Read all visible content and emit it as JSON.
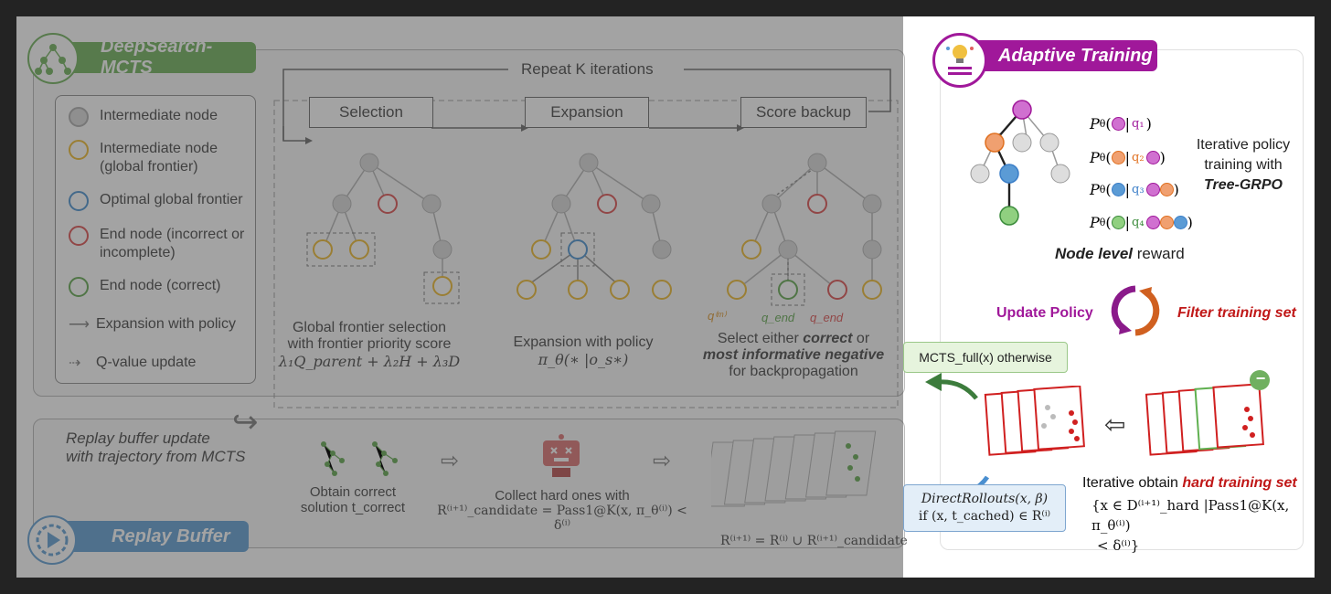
{
  "left_panel": {
    "deepsearch_title": "DeepSearch-MCTS",
    "repeat_label": "Repeat K iterations",
    "steps": [
      "Selection",
      "Expansion",
      "Score backup"
    ],
    "legend": [
      {
        "label": "Intermediate node",
        "color": "#b3b3b3"
      },
      {
        "label": "Intermediate node (global frontier)",
        "color": "#f0c040"
      },
      {
        "label": "Optimal global frontier",
        "color": "#5b9bd5"
      },
      {
        "label": "End node (incorrect or incomplete)",
        "color": "#e06060"
      },
      {
        "label": "End node (correct)",
        "color": "#70b060"
      },
      {
        "label": "Expansion with policy",
        "color": "#999999"
      },
      {
        "label": "Q-value update",
        "color": "#999999"
      }
    ],
    "captions": {
      "selection_line1": "Global frontier selection",
      "selection_line2": "with frontier priority score",
      "selection_formula": "λ₁Q_parent + λ₂H + λ₃D",
      "expansion_line1": "Expansion with policy",
      "expansion_formula": "π_θ(∗ |o_s∗)",
      "backup_line1_a": "Select either ",
      "backup_line1_b": "correct",
      "backup_line1_c": " or",
      "backup_line2": "most informative negative",
      "backup_line3": "for backpropagation",
      "q_m": "q⁽ᵐ⁾",
      "q_end_1": "q_end",
      "q_end_2": "q_end"
    },
    "replay": {
      "update_line1": "Replay buffer update",
      "update_line2": "with trajectory from MCTS",
      "obtain_line1": "Obtain correct",
      "obtain_line2": "solution t_correct",
      "collect_line1": "Collect hard ones with",
      "collect_formula": "R⁽ⁱ⁺¹⁾_candidate = Pass1@K(x, π_θ⁽ⁱ⁾) < δ⁽ⁱ⁾",
      "union_formula": "R⁽ⁱ⁺¹⁾ = R⁽ⁱ⁾ ∪ R⁽ⁱ⁺¹⁾_candidate",
      "title": "Replay Buffer"
    }
  },
  "right_panel": {
    "title": "Adaptive Training",
    "prob_prefix": "P",
    "prob_sub": "θ",
    "q_labels": [
      "q₁",
      "q₂",
      "q₃",
      "q₄"
    ],
    "desc_line1": "Iterative policy",
    "desc_line2": "training with",
    "desc_line3": "Tree-GRPO",
    "node_reward_a": "Node level",
    "node_reward_b": " reward",
    "update_policy": "Update Policy",
    "filter_training": "Filter training set",
    "mcts_full": "MCTS_full(x) otherwise",
    "direct_line1": "DirectRollouts(x, β)",
    "direct_line2": "if (x, t_cached) ∈ R⁽ⁱ⁾",
    "iter_obtain_a": "Iterative obtain ",
    "iter_obtain_b": "hard training set",
    "hard_line1": "{x ∈ D⁽ⁱ⁺¹⁾_hard |Pass1@K(x, π_θ⁽ⁱ⁾)",
    "hard_line2": "< δ⁽ⁱ⁾}",
    "minus_sign": "−",
    "colors": {
      "purple": "#a0189a",
      "red_text": "#c01818",
      "green": "#3c8c3c",
      "blue": "#3c7fc8",
      "orange": "#e07020",
      "pink": "#d070d0"
    }
  }
}
